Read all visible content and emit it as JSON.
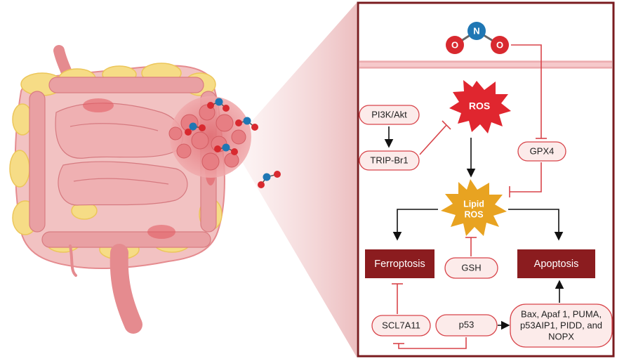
{
  "nodes": {
    "pi3k": "PI3K/Akt",
    "tripbr1": "TRIP-Br1",
    "ros": "ROS",
    "gpx4": "GPX4",
    "lipid_ros_line1": "Lipid",
    "lipid_ros_line2": "ROS",
    "ferroptosis": "Ferroptosis",
    "apoptosis": "Apoptosis",
    "gsh": "GSH",
    "slc7a11": "SCL7A11",
    "p53": "p53",
    "genes_line1": "Bax, Apaf 1, PUMA,",
    "genes_line2": "p53AIP1, PIDD, and",
    "genes_line3": "NOPX"
  },
  "molecule": {
    "center_atom": "N",
    "side_atom": "O"
  },
  "colors": {
    "frame": "#7a1b1f",
    "inhibit": "#d8444a",
    "pill_fill": "#fcebea",
    "pill_stroke": "#d8444a",
    "box_fill": "#8b1c1f",
    "ros_burst": "#e0262f",
    "lipid_burst": "#e8a321",
    "oxygen": "#d8292f",
    "nitrogen": "#1f77b4",
    "membrane": "#efb5b8"
  },
  "icons": [
    "intestine-illustration",
    "tumor-cluster",
    "nitrite-molecule"
  ]
}
